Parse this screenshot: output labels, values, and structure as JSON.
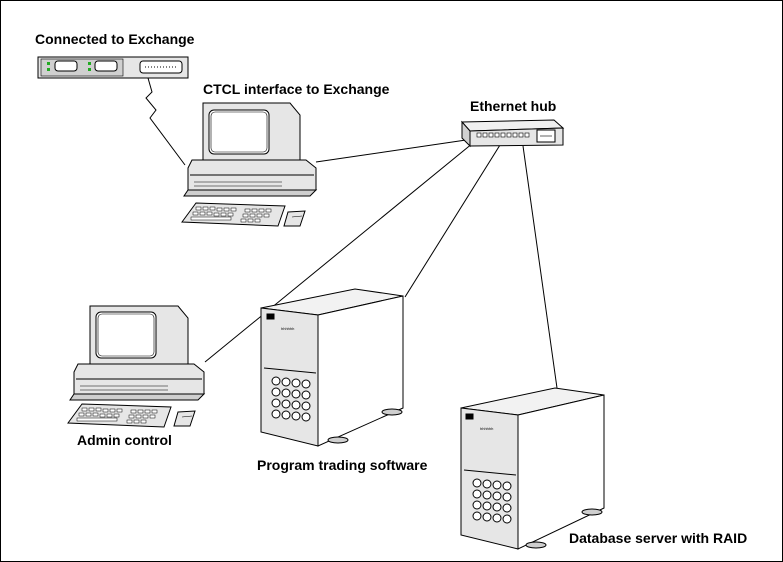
{
  "labels": {
    "connected_exchange": "Connected to Exchange",
    "ctcl": "CTCL interface to Exchange",
    "hub": "Ethernet hub",
    "admin": "Admin control",
    "trading": "Program trading software",
    "db": "Database server with RAID"
  },
  "colors": {
    "line": "#000000",
    "device_fill": "#e6e6e6",
    "screen_fill": "#ffffff",
    "port_green": "#22aa22"
  },
  "icons": [
    "exchange-device-icon",
    "workstation-icon",
    "ethernet-hub-icon",
    "tower-server-icon",
    "keyboard-icon",
    "mouse-icon"
  ]
}
